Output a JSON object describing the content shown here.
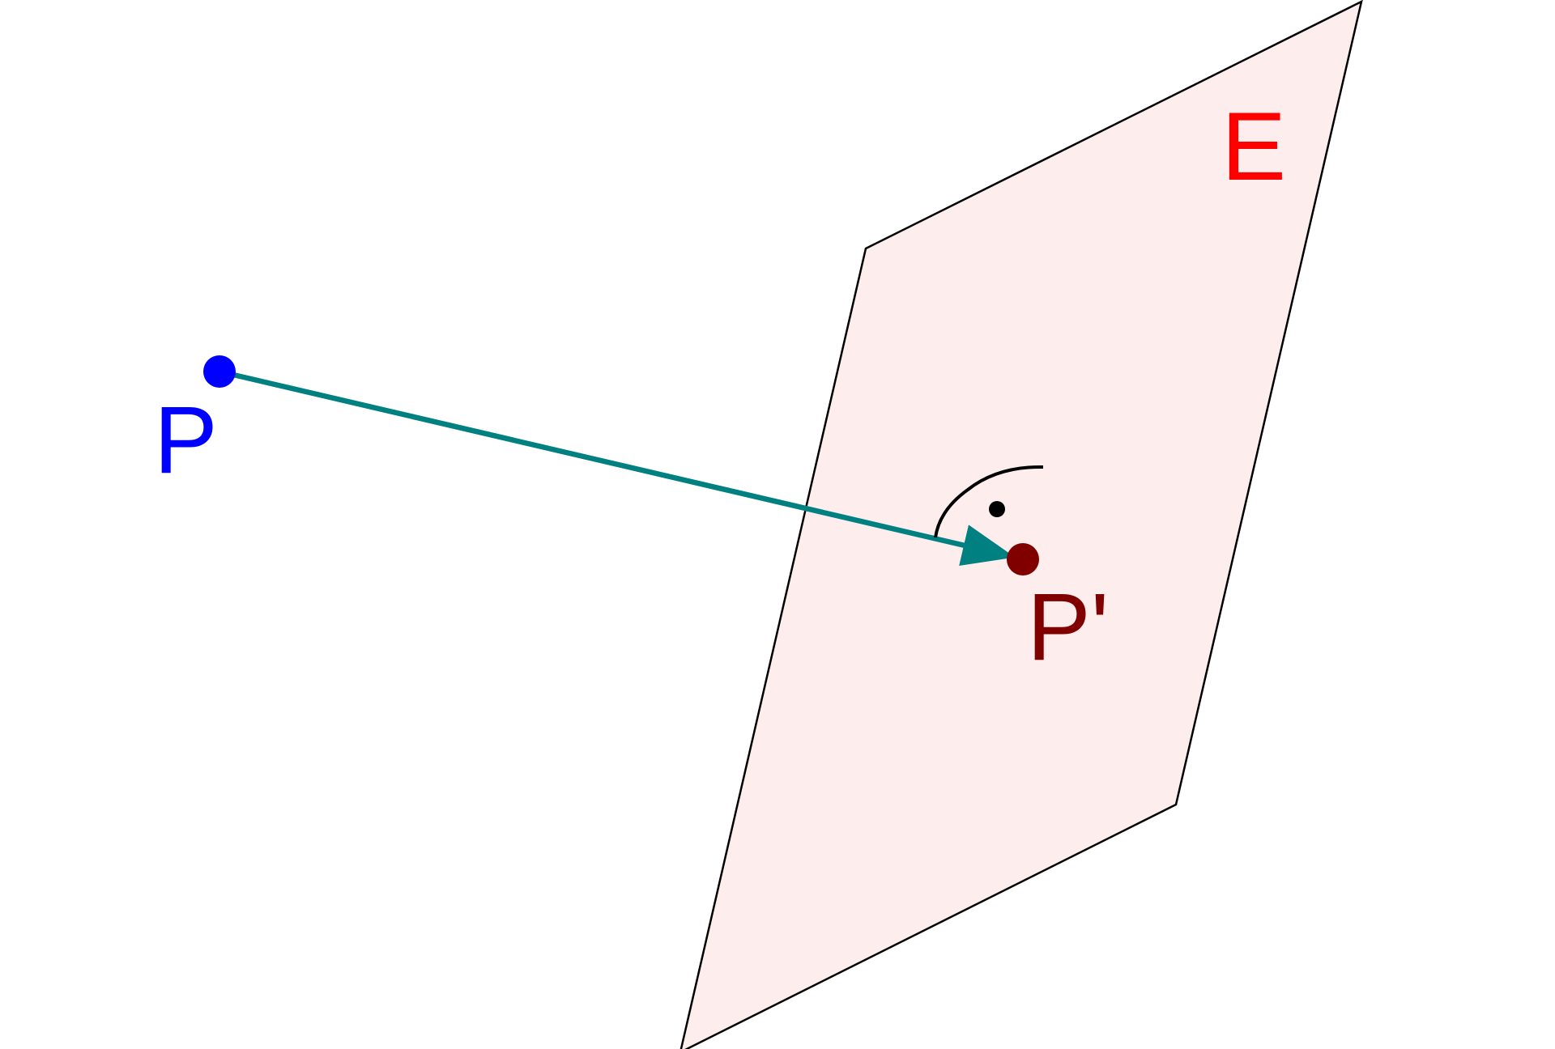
{
  "diagram": {
    "plane_label": "E",
    "point_label": "P",
    "projection_label": "P'"
  },
  "colors": {
    "plane_fill": "#fdeded",
    "plane_stroke": "#000000",
    "point": "#0000ff",
    "projection_point": "#800000",
    "arrow": "#008080",
    "plane_label": "#ff0000",
    "right_angle_mark": "#000000"
  }
}
